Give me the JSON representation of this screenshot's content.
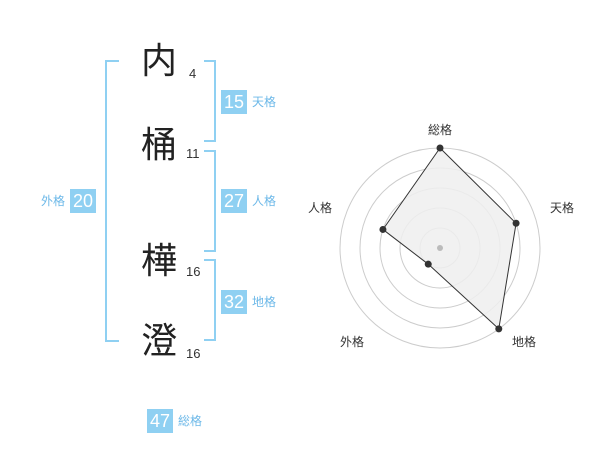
{
  "name_chars": [
    {
      "char": "内",
      "strokes": "4"
    },
    {
      "char": "桶",
      "strokes": "11"
    },
    {
      "char": "樺",
      "strokes": "16"
    },
    {
      "char": "澄",
      "strokes": "16"
    }
  ],
  "fortunes": {
    "ten": {
      "value": "15",
      "label": "天格"
    },
    "jin": {
      "value": "27",
      "label": "人格"
    },
    "chi": {
      "value": "32",
      "label": "地格"
    },
    "gai": {
      "value": "20",
      "label": "外格"
    },
    "sou": {
      "value": "47",
      "label": "総格"
    }
  },
  "radar": {
    "axes": [
      "総格",
      "天格",
      "地格",
      "外格",
      "人格"
    ],
    "values": [
      5,
      4,
      5,
      1,
      3
    ],
    "max": 5,
    "colors": {
      "fill": "#efefef",
      "line": "#333333",
      "dot": "#333333",
      "grid": "#cccccc",
      "center": "#bbbbbb"
    }
  }
}
